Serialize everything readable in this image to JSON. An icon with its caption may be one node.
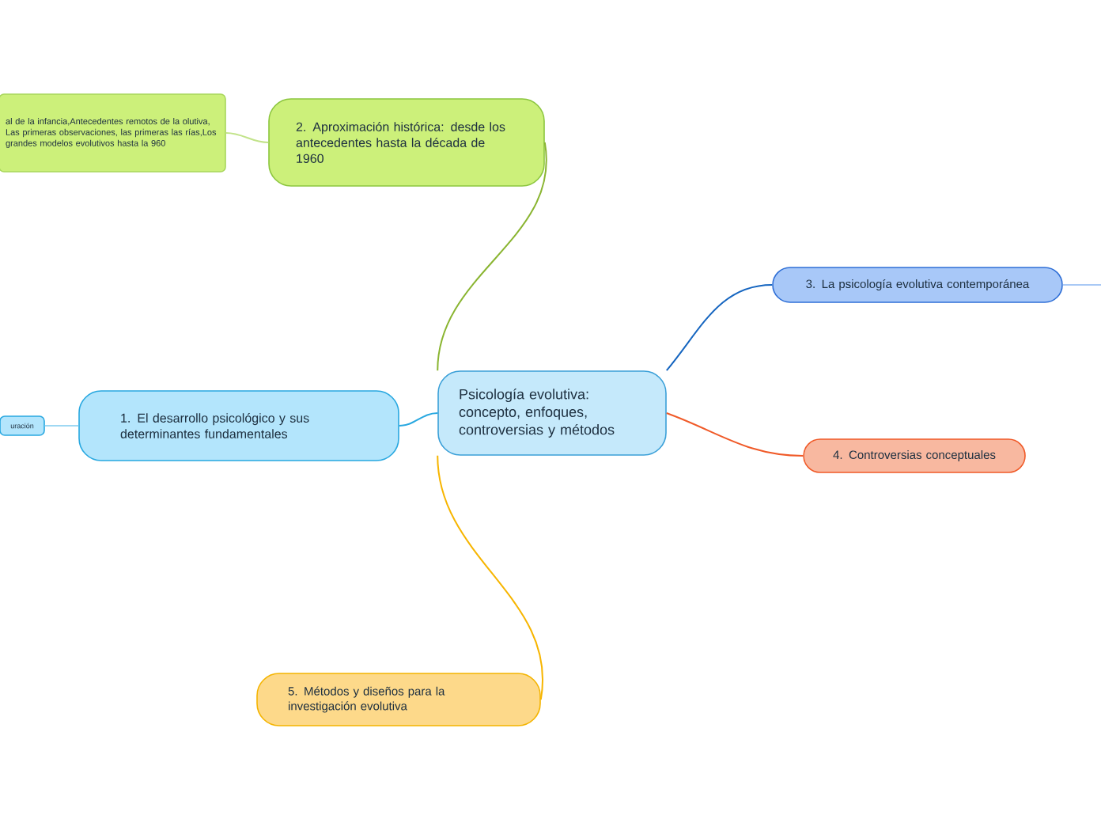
{
  "diagram": {
    "nodes": [
      {
        "text": [
          "Psicología evolutiva: concepto, enfoques, controversias y métodos"
        ]
      },
      {
        "text": [
          "1. El desarrollo psicológico y sus determinantes fundamentales"
        ]
      },
      {
        "text": [
          "uración"
        ]
      },
      {
        "text": [
          "2. Aproximación histórica: desde los antecedentes hasta la década de 1960"
        ]
      },
      {
        "text": [
          "al de la infancia,Antecedentes remotos de la olutiva, Las primeras observaciones, las primeras las rías,Los grandes modelos evolutivos hasta la 960"
        ]
      },
      {
        "text": [
          "3. La psicología evolutiva contemporánea"
        ]
      },
      {
        "text": [
          "4. Controversias conceptuales"
        ]
      },
      {
        "text": [
          "5. Métodos y diseños para la investigación evolutiva"
        ]
      }
    ],
    "edges": [
      {
        "from": 0,
        "to": 1,
        "arrow": "none",
        "color": "#29a8e0"
      },
      {
        "from": 1,
        "to": 2,
        "arrow": "none",
        "color": "#9fd8f3"
      },
      {
        "from": 0,
        "to": 3,
        "arrow": "none",
        "color": "#8ab531"
      },
      {
        "from": 3,
        "to": 4,
        "arrow": "none",
        "color": "#c2e38a"
      },
      {
        "from": 0,
        "to": 5,
        "arrow": "none",
        "color": "#1565c0"
      },
      {
        "from": 5,
        "to": null,
        "arrow": "none",
        "color": "#a9c9f5"
      },
      {
        "from": 0,
        "to": 6,
        "arrow": "none",
        "color": "#f05a28"
      },
      {
        "from": 0,
        "to": 7,
        "arrow": "none",
        "color": "#f7b500"
      }
    ]
  }
}
